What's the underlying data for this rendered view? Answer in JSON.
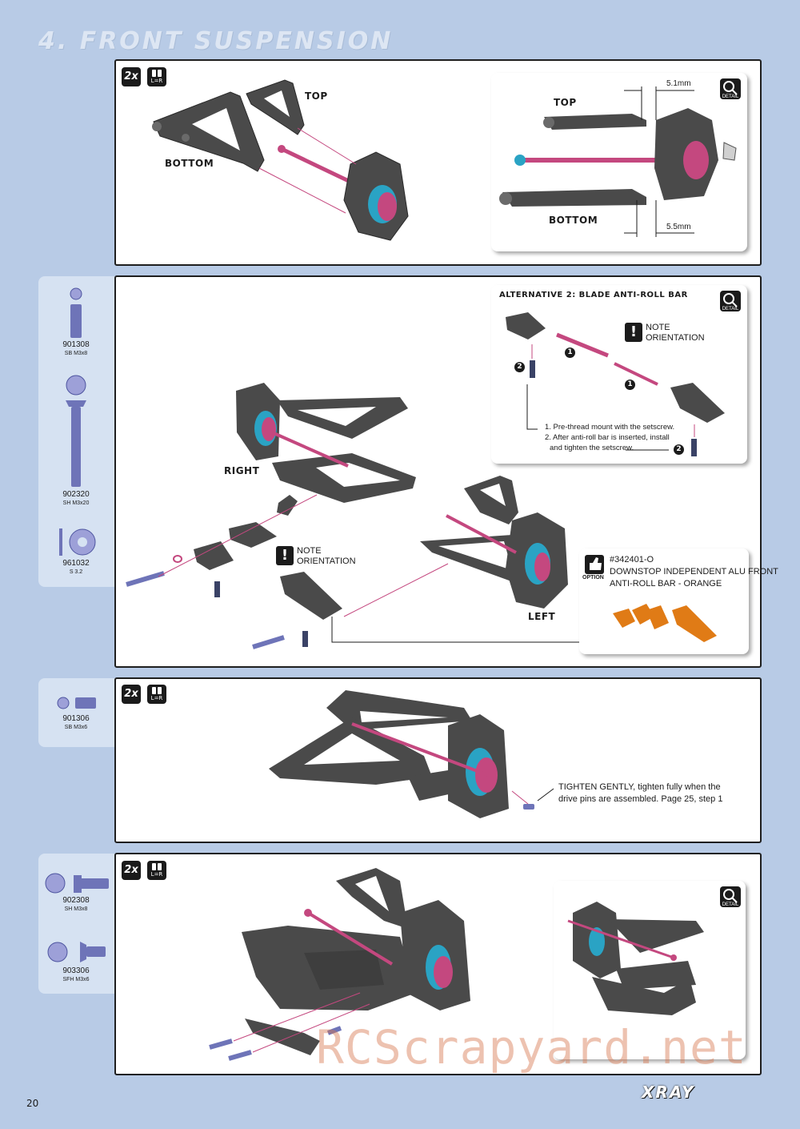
{
  "page": {
    "title": "4. FRONT SUSPENSION",
    "page_number": "20",
    "brand": "XRAY",
    "watermark": "RCScrapyard.net"
  },
  "badges": {
    "count": "2x",
    "lr": "L=R",
    "detail": "DETAIL",
    "option": "OPTION"
  },
  "step1": {
    "top_label": "TOP",
    "bottom_label": "BOTTOM",
    "detail": {
      "top_label": "TOP",
      "bottom_label": "BOTTOM",
      "dim_top": "5.1mm",
      "dim_bottom": "5.5mm"
    }
  },
  "step2": {
    "parts": [
      {
        "code": "901308",
        "size": "SB M3x8"
      },
      {
        "code": "902320",
        "size": "SH M3x20"
      },
      {
        "code": "961032",
        "size": "S 3.2"
      }
    ],
    "right_label": "RIGHT",
    "left_label": "LEFT",
    "note_line1": "NOTE",
    "note_line2": "ORIENTATION",
    "alternative": {
      "title": "ALTERNATIVE 2:  BLADE ANTI-ROLL BAR",
      "note_line1": "NOTE",
      "note_line2": "ORIENTATION",
      "num1": "1",
      "num2": "2",
      "instruction1": "1. Pre-thread mount with the setscrew.",
      "instruction2": "2. After anti-roll bar is inserted, install",
      "instruction3": "and tighten the setscrew."
    },
    "option": {
      "part_no": "#342401-O",
      "line1": "DOWNSTOP INDEPENDENT ALU FRONT",
      "line2": "ANTI-ROLL BAR - ORANGE"
    }
  },
  "step3": {
    "parts": [
      {
        "code": "901306",
        "size": "SB M3x6"
      }
    ],
    "note_line1": "TIGHTEN GENTLY, tighten fully when the",
    "note_line2": "drive pins are assembled. Page 25, step 1"
  },
  "step4": {
    "parts": [
      {
        "code": "902308",
        "size": "SH M3x8"
      },
      {
        "code": "903306",
        "size": "SFH M3x6"
      }
    ]
  },
  "colors": {
    "page_bg": "#b8cbe6",
    "part_gray": "#4a4a4a",
    "pink": "#c4487f",
    "blue_ring": "#2aa3c4",
    "orange": "#e07b16",
    "screw_blue": "#6e74b8"
  }
}
